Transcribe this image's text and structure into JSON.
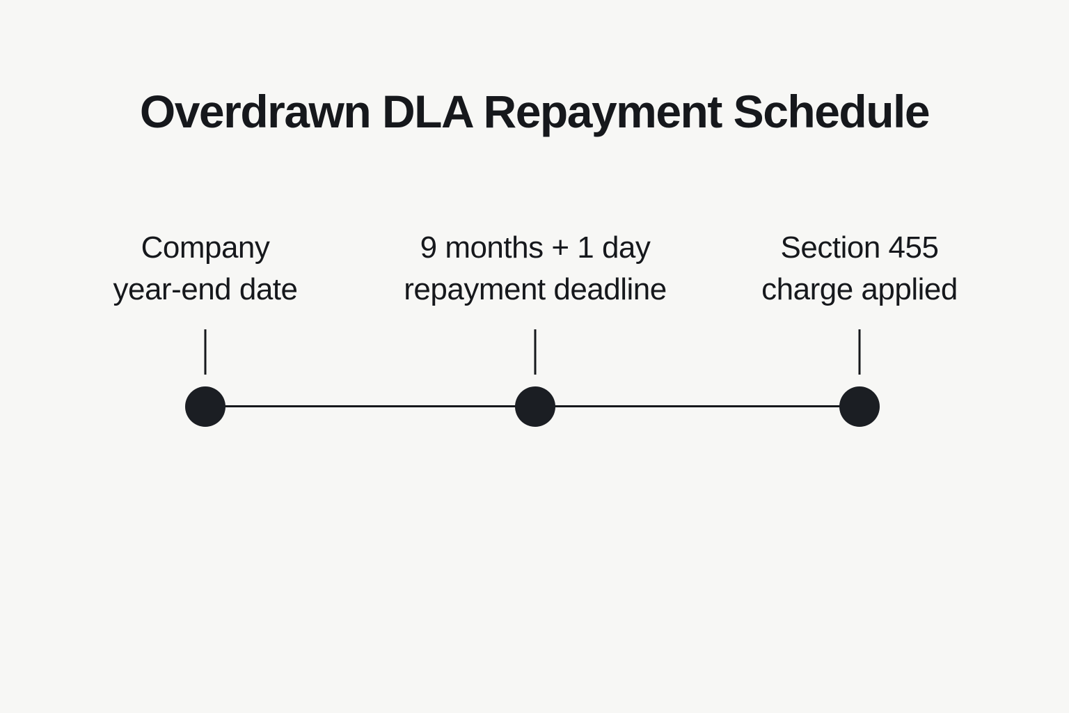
{
  "title": "Overdrawn DLA Repayment Schedule",
  "colors": {
    "background": "#f7f7f5",
    "text": "#16181c",
    "line": "#16181c",
    "dot": "#1b1e23"
  },
  "timeline": {
    "milestones": [
      {
        "line1": "Company",
        "line2": "year-end date"
      },
      {
        "line1": "9 months + 1 day",
        "line2": "repayment deadline"
      },
      {
        "line1": "Section 455",
        "line2": "charge applied"
      }
    ]
  }
}
